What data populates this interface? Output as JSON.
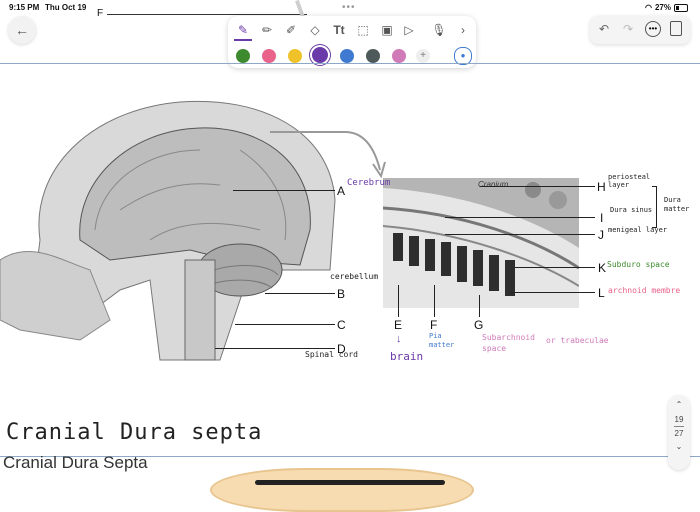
{
  "status": {
    "time": "9:15 PM",
    "date": "Thu Oct 19",
    "battery": "27%"
  },
  "header": {
    "top_label": "F"
  },
  "toolbar": {
    "tools": [
      "pen-icon",
      "pencil-icon",
      "highlighter-icon",
      "eraser-icon",
      "text-icon",
      "lasso-icon",
      "image-icon",
      "play-icon",
      "mic-icon",
      "chevron-right-icon"
    ],
    "colors": [
      "#3e8a2e",
      "#e8628a",
      "#efc22a",
      "#6a3aa8",
      "#3f7ad0",
      "#4e5a5a",
      "#d07ab8"
    ]
  },
  "figure": {
    "labels": [
      "A",
      "B",
      "C",
      "D",
      "E",
      "F",
      "G",
      "H",
      "I",
      "J",
      "K",
      "L"
    ],
    "cranium": "Cranium"
  },
  "annotations": {
    "cerebrum": "Cerebrum",
    "cerebellum": "cerebellum",
    "spinal_cord": "Spinal cord",
    "periosteal": "periosteal layer",
    "dura_mater": "Dura matter",
    "dura_sinus": "Dura sinus",
    "meningeal": "menigeal layer",
    "subdural": "Subduro space",
    "arachnoid": "archnoid membre",
    "brain": "brain",
    "pia_mater": "Pia matter",
    "subarachnoid": "Subarchnoid space",
    "trabeculae": "or trabeculae"
  },
  "notes": {
    "handwritten_title": "Cranial Dura septa",
    "printed_title": "Cranial Dura Septa"
  },
  "pager": {
    "current": "19",
    "total": "27"
  }
}
